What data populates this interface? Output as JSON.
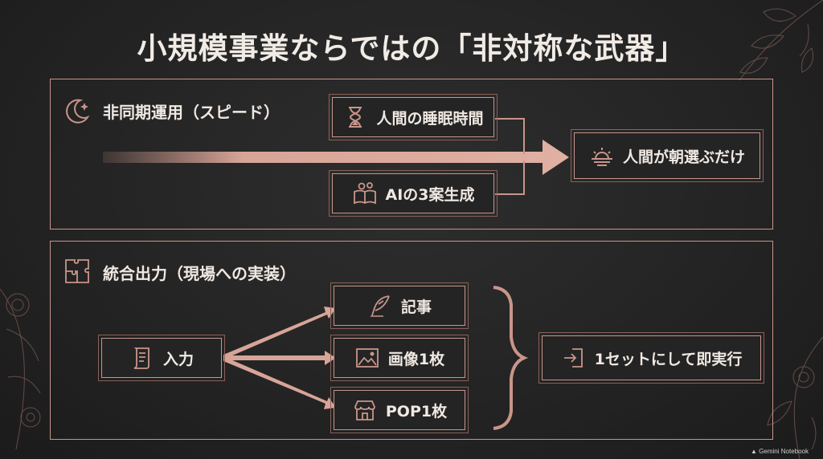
{
  "title": "小規模事業ならではの「非対称な武器」",
  "async_section": {
    "heading": "非同期運用（スピード）",
    "sleep_label": "人間の睡眠時間",
    "ai_label": "AIの3案生成",
    "choose_label": "人間が朝選ぶだけ"
  },
  "output_section": {
    "heading": "統合出力（現場への実装）",
    "input_label": "入力",
    "article_label": "記事",
    "image_label": "画像1枚",
    "pop_label": "POP1枚",
    "result_label": "1セットにして即実行"
  },
  "brand": "Gemini Notebook",
  "colors": {
    "accent": "#c9958a",
    "background": "#252525",
    "text": "#f0e8e2"
  }
}
